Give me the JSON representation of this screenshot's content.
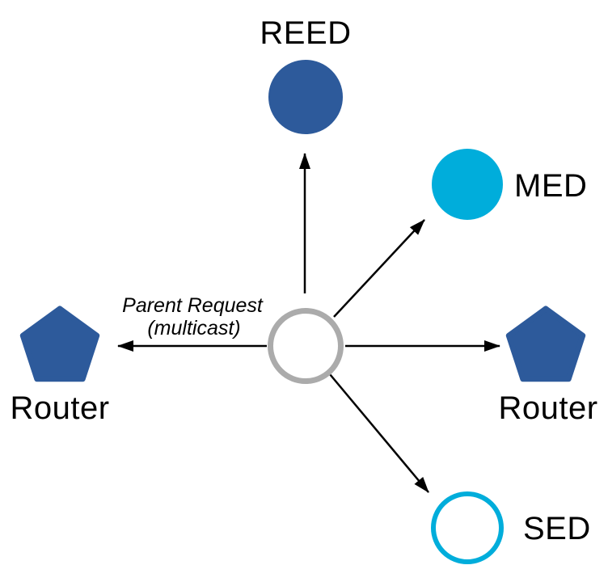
{
  "diagram": {
    "annotation": {
      "line1": "Parent Request",
      "line2": "(multicast)"
    },
    "colors": {
      "node_blue": "#2D5A9B",
      "node_cyan": "#00ADDB",
      "center_gray": "#ABABAB",
      "arrow_black": "#000000"
    },
    "nodes": {
      "reed": {
        "label": "REED",
        "color": "#2D5A9B"
      },
      "med": {
        "label": "MED",
        "color": "#00ADDB"
      },
      "router_left": {
        "label": "Router",
        "color": "#2D5A9B"
      },
      "router_right": {
        "label": "Router",
        "color": "#2D5A9B"
      },
      "sed": {
        "label": "SED",
        "color": "#00ADDB"
      },
      "center": {
        "color": "#ABABAB"
      }
    }
  }
}
